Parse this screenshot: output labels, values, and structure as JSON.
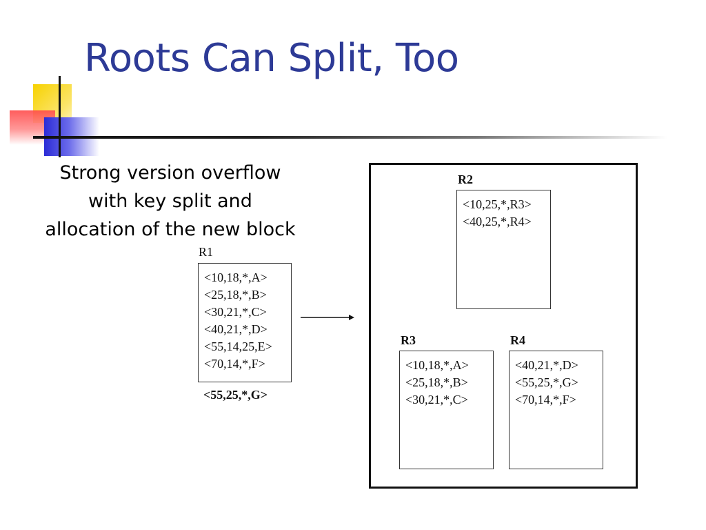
{
  "slide": {
    "title": "Roots Can Split, Too",
    "bullet_lines": [
      "Strong version overflow",
      "with key split and",
      "allocation of the new block"
    ]
  },
  "diagram": {
    "r1": {
      "label": "R1",
      "entries": [
        "<10,18,*,A>",
        "<25,18,*,B>",
        "<30,21,*,C>",
        "<40,21,*,D>",
        "<55,14,25,E>",
        "<70,14,*,F>"
      ],
      "incoming": "<55,25,*,G>"
    },
    "r2": {
      "label": "R2",
      "entries": [
        "<10,25,*,R3>",
        "<40,25,*,R4>"
      ]
    },
    "r3": {
      "label": "R3",
      "entries": [
        "<10,18,*,A>",
        "<25,18,*,B>",
        "<30,21,*,C>"
      ]
    },
    "r4": {
      "label": "R4",
      "entries": [
        "<40,21,*,D>",
        "<55,25,*,G>",
        "<70,14,*,F>"
      ]
    }
  }
}
